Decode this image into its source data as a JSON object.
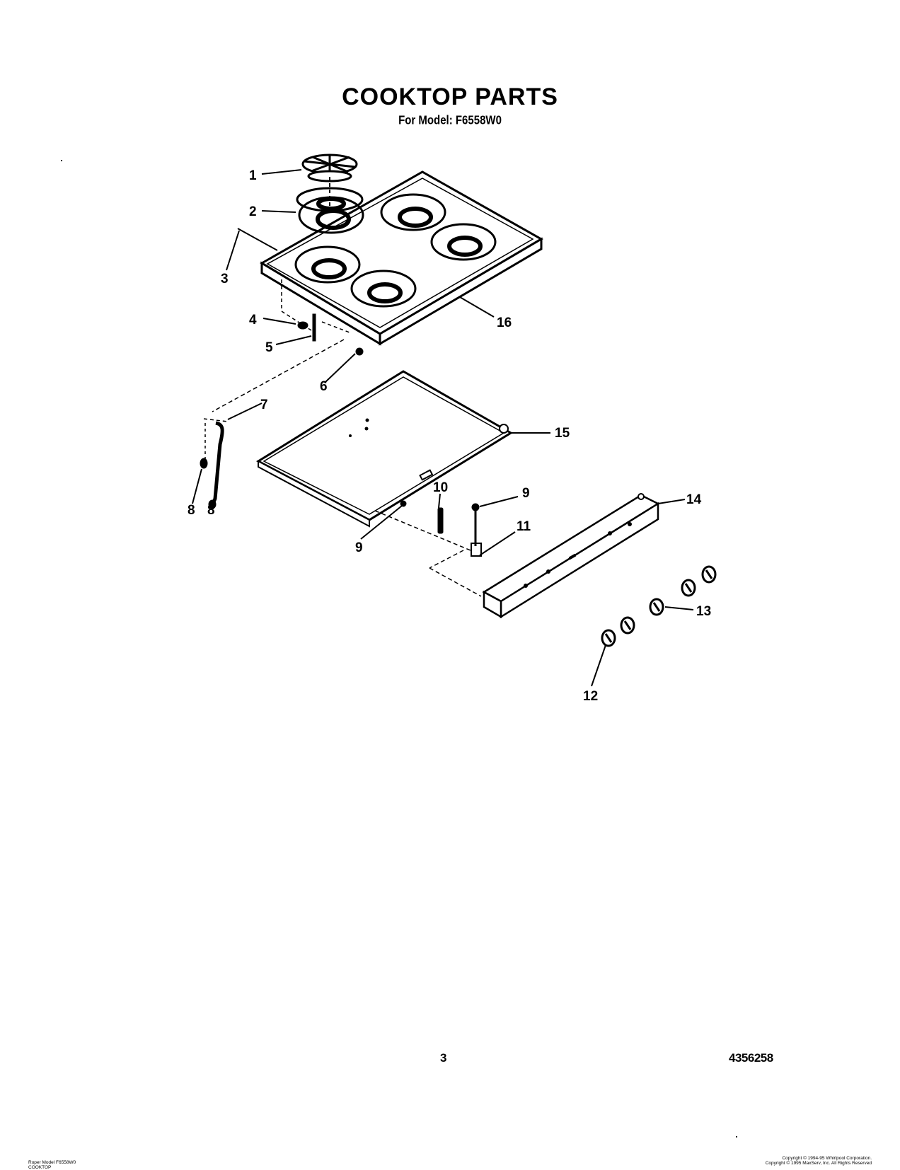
{
  "title": "COOKTOP PARTS",
  "subtitle": "For Model: F6558W0",
  "callouts": [
    "1",
    "2",
    "3",
    "4",
    "5",
    "6",
    "7",
    "8",
    "9",
    "10",
    "11",
    "12",
    "13",
    "14",
    "15",
    "16"
  ],
  "page_number": "3",
  "document_number": "4356258",
  "footer_left": {
    "line1": "Roper Model F6558W0",
    "line2": "COOKTOP"
  },
  "footer_right": {
    "line1": "Copyright © 1994-95 Whirlpool Corporation.",
    "line2": "Copyright © 1995 MaxServ, Inc.  All Rights Reserved"
  }
}
